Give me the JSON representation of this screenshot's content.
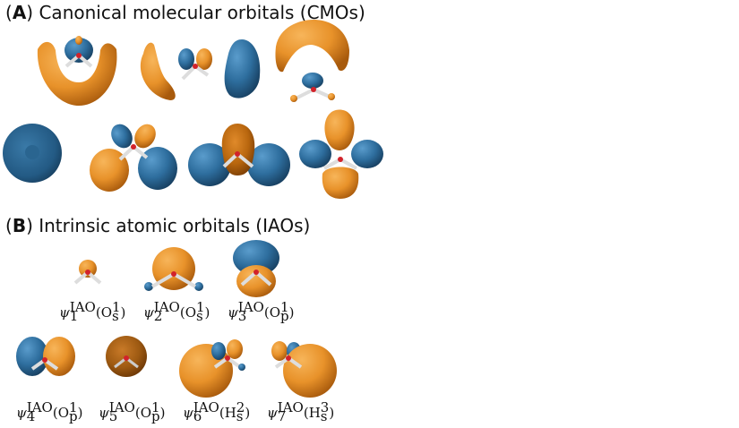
{
  "panel_a": {
    "letter": "A",
    "title": "Canonical molecular orbitals (CMOs)"
  },
  "panel_b": {
    "letter": "B",
    "title": "Intrinsic atomic orbitals (IAOs)",
    "captions": [
      {
        "symbol": "ψ",
        "index": "1",
        "sup": "IAO",
        "label": "O",
        "sub": "s",
        "lsup": "1"
      },
      {
        "symbol": "ψ",
        "index": "2",
        "sup": "IAO",
        "label": "O",
        "sub": "s",
        "lsup": "1"
      },
      {
        "symbol": "ψ",
        "index": "3",
        "sup": "IAO",
        "label": "O",
        "sub": "p",
        "lsup": "1"
      },
      {
        "symbol": "ψ",
        "index": "4",
        "sup": "IAO",
        "label": "O",
        "sub": "p",
        "lsup": "1"
      },
      {
        "symbol": "ψ",
        "index": "5",
        "sup": "IAO",
        "label": "O",
        "sub": "p",
        "lsup": "1"
      },
      {
        "symbol": "ψ",
        "index": "6",
        "sup": "IAO",
        "label": "H",
        "sub": "s",
        "lsup": "2"
      },
      {
        "symbol": "ψ",
        "index": "7",
        "sup": "IAO",
        "label": "H",
        "sub": "s",
        "lsup": "3"
      }
    ]
  },
  "colors": {
    "orange": "#e8922a",
    "orange_dark": "#b8660e",
    "blue": "#2e6e9e",
    "blue_dark": "#1d4f76",
    "oxygen": "#d2222a",
    "hydrogen": "#e6e6e6"
  }
}
